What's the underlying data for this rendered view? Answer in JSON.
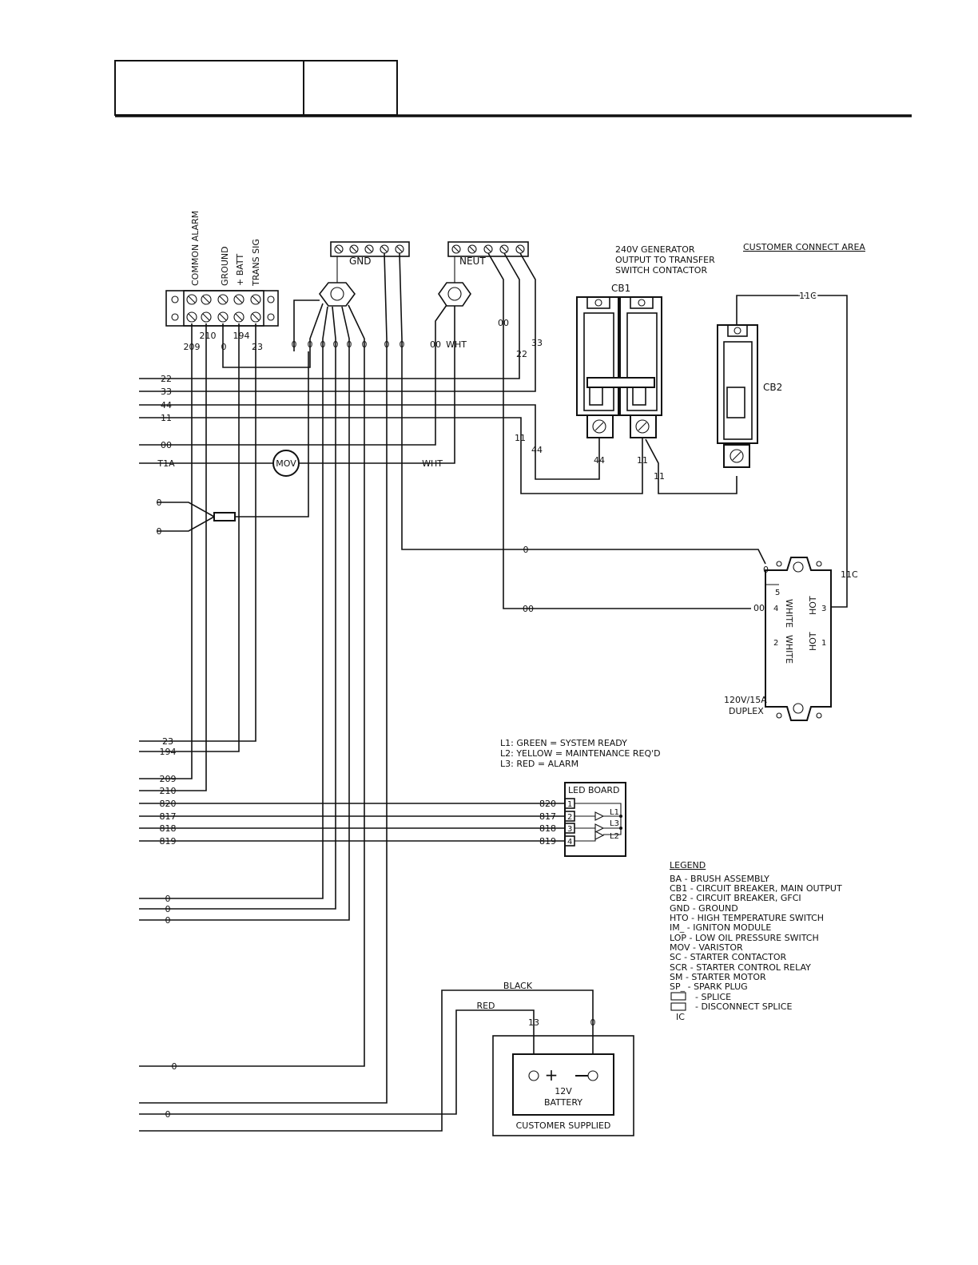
{
  "header": {
    "cell_1": "",
    "cell_2": ""
  },
  "terminal_strip": {
    "labels": [
      "COMMON ALARM",
      "GROUND",
      "+ BATT",
      "TRANS SIG"
    ],
    "wires": [
      "209",
      "210",
      "0",
      "194",
      "23"
    ]
  },
  "gnd_block": {
    "label": "GND",
    "wire_labels": [
      "0",
      "0",
      "0",
      "0",
      "0",
      "0",
      "0",
      "0"
    ]
  },
  "neut_block": {
    "label": "NEUT",
    "wire_00": "00",
    "wire_00b": "00",
    "wire_wht": "WHT",
    "wire_22": "22",
    "wire_33": "33"
  },
  "cb1": {
    "label": "CB1",
    "caption_lines": [
      "240V GENERATOR",
      "OUTPUT TO TRANSFER",
      "SWITCH CONTACTOR"
    ],
    "wire_44": "44",
    "wire_11": "11"
  },
  "cb2": {
    "label": "CB2",
    "wire_11": "11"
  },
  "customer_connect": "CUSTOMER CONNECT AREA",
  "left_wires": {
    "w22": "22",
    "w33": "33",
    "w44": "44",
    "w11": "11",
    "w00": "00",
    "wT1A": "T1A",
    "wMOV": "MOV",
    "wWHT": "WHT",
    "w0a": "0",
    "w0b": "0",
    "w11b": "11",
    "w44b": "44",
    "w23": "23",
    "w194": "194",
    "w209": "209",
    "w210": "210",
    "w820": "820",
    "w817": "817",
    "w818": "818",
    "w819": "819",
    "wb1": "0",
    "wb2": "0",
    "wb3": "0",
    "wb4": "0",
    "wb5": "0"
  },
  "receptacle": {
    "wire_0": "0",
    "wire_00_line": "0",
    "wire_00": "00",
    "wire_00b": "00",
    "wire_11c": "11C",
    "wire_11c_top": "11C",
    "pins": [
      "5",
      "4",
      "3",
      "2",
      "1"
    ],
    "white_1": "WHITE",
    "white_2": "WHITE",
    "hot_1": "HOT",
    "hot_2": "HOT",
    "caption_lines": [
      "120V/15A",
      "DUPLEX"
    ]
  },
  "led_notes": [
    "L1:  GREEN  =  SYSTEM  READY",
    "L2:  YELLOW  =  MAINTENANCE  REQ'D",
    "L3:  RED  =  ALARM"
  ],
  "led_board": {
    "title": "LED  BOARD",
    "pins": [
      "1",
      "2",
      "3",
      "4"
    ],
    "wires": [
      "820",
      "817",
      "818",
      "819"
    ],
    "leds": [
      "L1",
      "L3",
      "L2"
    ]
  },
  "legend": {
    "title": "LEGEND",
    "items": [
      "BA  -    BRUSH  ASSEMBLY",
      "CB1  -  CIRCUIT  BREAKER,  MAIN  OUTPUT",
      "CB2  -  CIRCUIT  BREAKER,  GFCI",
      "GND  -  GROUND",
      "HTO  -  HIGH  TEMPERATURE  SWITCH",
      "IM_  -  IGNITON  MODULE",
      "LOP  -  LOW  OIL  PRESSURE  SWITCH",
      "MOV  -  VARISTOR",
      "SC    -  STARTER  CONTACTOR",
      "SCR  -  STARTER  CONTROL  RELAY",
      "SM    -  STARTER  MOTOR",
      "SP_  -  SPARK  PLUG",
      "-  SPLICE",
      "-  DISCONNECT  SPLICE"
    ],
    "ic": "IC"
  },
  "battery": {
    "black": "BLACK",
    "red": "RED",
    "pos_wire": "13",
    "neg_wire": "0",
    "plus": "+",
    "label_lines": [
      "12V",
      "BATTERY"
    ],
    "customer_supplied": "CUSTOMER  SUPPLIED"
  }
}
